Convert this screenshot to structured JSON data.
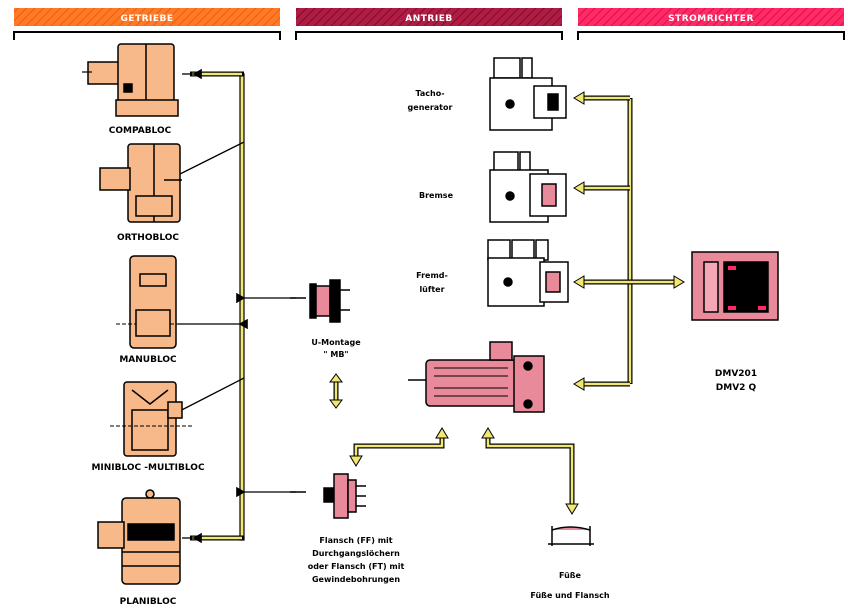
{
  "headers": {
    "getriebe": "GETRIEBE",
    "antrieb": "ANTRIEB",
    "stromrichter": "STROMRICHTER"
  },
  "gearboxes": {
    "compabloc": "COMPABLOC",
    "orthobloc": "ORTHOBLOC",
    "manubloc": "MANUBLOC",
    "minibloc": "MINIBLOC -MULTIBLOC",
    "planibloc": "PLANIBLOC"
  },
  "drive": {
    "tacho_line1": "Tacho-",
    "tacho_line2": "generator",
    "bremse": "Bremse",
    "fremd_line1": "Fremd-",
    "fremd_line2": "lüfter",
    "umontage_line1": "U-Montage",
    "umontage_line2": "\" MB\"",
    "flansch_line1": "Flansch (FF) mit",
    "flansch_line2": "Durchgangslöchern",
    "flansch_line3": "oder Flansch (FT) mit",
    "flansch_line4": "Gewindebohrungen",
    "fuesse_line1": "Füße",
    "fuesse_line2": "Füße und Flansch"
  },
  "converter": {
    "line1": "DMV201",
    "line2": "DMV2 Q"
  },
  "colors": {
    "getriebe_header": "#ff6a1a",
    "antrieb_header": "#a01840",
    "stromrichter_header": "#ff1a5a",
    "gearbox_fill": "#f8b98a",
    "motor_fill": "#e88a9a",
    "connector_yellow": "#f0e870"
  }
}
